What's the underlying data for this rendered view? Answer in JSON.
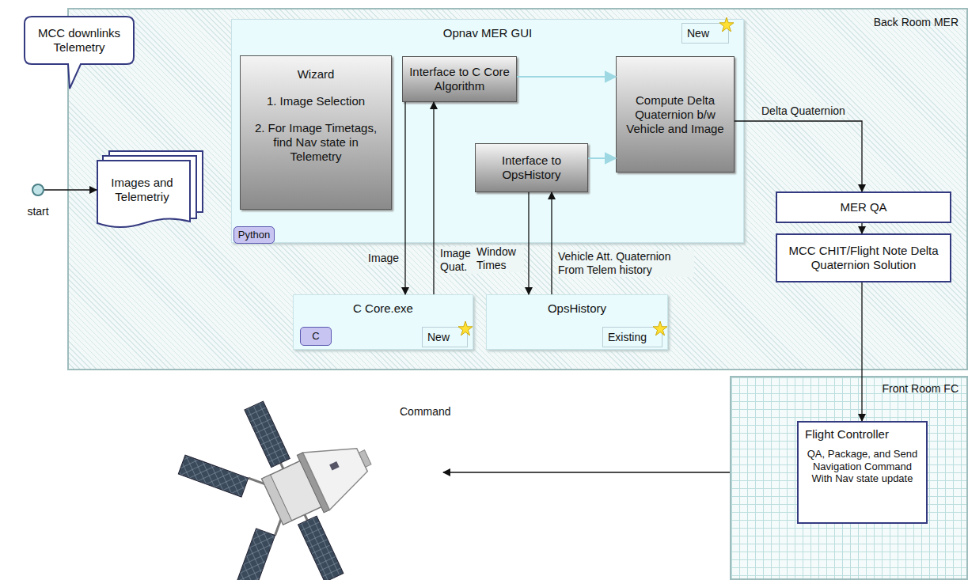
{
  "diagram": {
    "nodes": [
      {
        "text": [
          "Back Room MER"
        ]
      },
      {
        "text": [
          "Opnav MER GUI"
        ],
        "in": 0
      },
      {
        "text": [
          "New"
        ],
        "in": 1
      },
      {
        "text": [
          "Wizard",
          "1. Image Selection",
          "2. For Image Timetags, find Nav state in Telemetry"
        ],
        "in": 1
      },
      {
        "text": [
          "Interface to C Core Algorithm"
        ],
        "in": 1
      },
      {
        "text": [
          "Compute Delta Quaternion b/w Vehicle and Image"
        ],
        "in": 1
      },
      {
        "text": [
          "Interface to OpsHistory"
        ],
        "in": 1
      },
      {
        "text": [
          "Python"
        ],
        "in": 1
      },
      {
        "text": [
          "MER QA"
        ],
        "in": 0
      },
      {
        "text": [
          "MCC CHIT/Flight Note Delta Quaternion Solution"
        ],
        "in": 0
      },
      {
        "text": [
          "C Core.exe"
        ],
        "in": 0
      },
      {
        "text": [
          "C"
        ],
        "in": 10
      },
      {
        "text": [
          "New"
        ],
        "in": 10
      },
      {
        "text": [
          "OpsHistory"
        ],
        "in": 0
      },
      {
        "text": [
          "Existing"
        ],
        "in": 13
      },
      {
        "text": [
          "MCC downlinks Telemetry"
        ]
      },
      {
        "text": [
          "start"
        ]
      },
      {
        "text": [
          "Images and Telemetriy"
        ],
        "in": 0
      },
      {
        "text": [
          "Front Room FC"
        ]
      },
      {
        "text": [
          "Flight Controller",
          "QA, Package, and Send Navigation Command With Nav state update"
        ],
        "in": 18
      }
    ],
    "edges": [
      {
        "from": 16,
        "to": 17,
        "arrow": "to"
      },
      {
        "from": 4,
        "to": 10,
        "label": "Image",
        "arrow": "to"
      },
      {
        "from": 10,
        "to": 4,
        "label": "Image Quat.",
        "arrow": "to"
      },
      {
        "from": 4,
        "to": 5,
        "arrow": "to"
      },
      {
        "from": 6,
        "to": 5,
        "arrow": "to"
      },
      {
        "from": 6,
        "to": 13,
        "label": "Window Times",
        "arrow": "to"
      },
      {
        "from": 13,
        "to": 6,
        "label": "Vehicle Att. Quaternion From Telem history",
        "arrow": "to"
      },
      {
        "from": 5,
        "to": 8,
        "label": "Delta Quaternion",
        "arrow": "to"
      },
      {
        "from": 8,
        "to": 9,
        "arrow": "to"
      },
      {
        "from": 9,
        "to": 19,
        "arrow": "to"
      }
    ],
    "labels": [
      "Command"
    ]
  }
}
